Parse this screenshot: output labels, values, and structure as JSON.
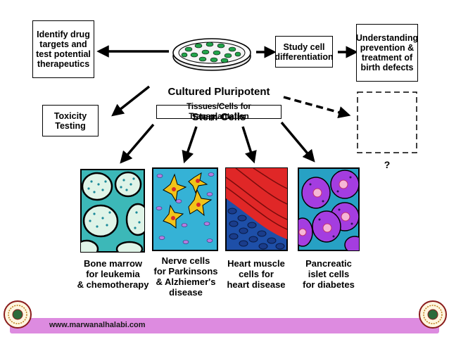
{
  "center": {
    "line1": "Cultured Pluripotent",
    "line2": "Stem Cells"
  },
  "boxes": {
    "identify": "Identify drug\ntargets and\ntest potential\ntherapeutics",
    "study": "Study cell\ndifferentiation",
    "understanding": "Understanding\nprevention &\ntreatment of\nbirth defects",
    "toxicity": "Toxicity\nTesting",
    "tissues": "Tissues/Cells for Transplantation",
    "unknown": "?"
  },
  "cells": [
    {
      "label": "Bone marrow\nfor leukemia\n& chemotherapy"
    },
    {
      "label": "Nerve cells\nfor Parkinsons\n& Alzhiemer's\ndisease"
    },
    {
      "label": "Heart muscle\ncells for\nheart disease"
    },
    {
      "label": "Pancreatic\nislet cells\nfor diabetes"
    }
  ],
  "footer": {
    "url": "www.marwanalhalabi.com"
  },
  "colors": {
    "footer_bar": "#dd8be0",
    "bone_bg": "#3cb8b8",
    "nerve_bg": "#35b2d6",
    "heart_bg": "#1e4fa8",
    "pancreas_bg": "#27a1c4"
  }
}
